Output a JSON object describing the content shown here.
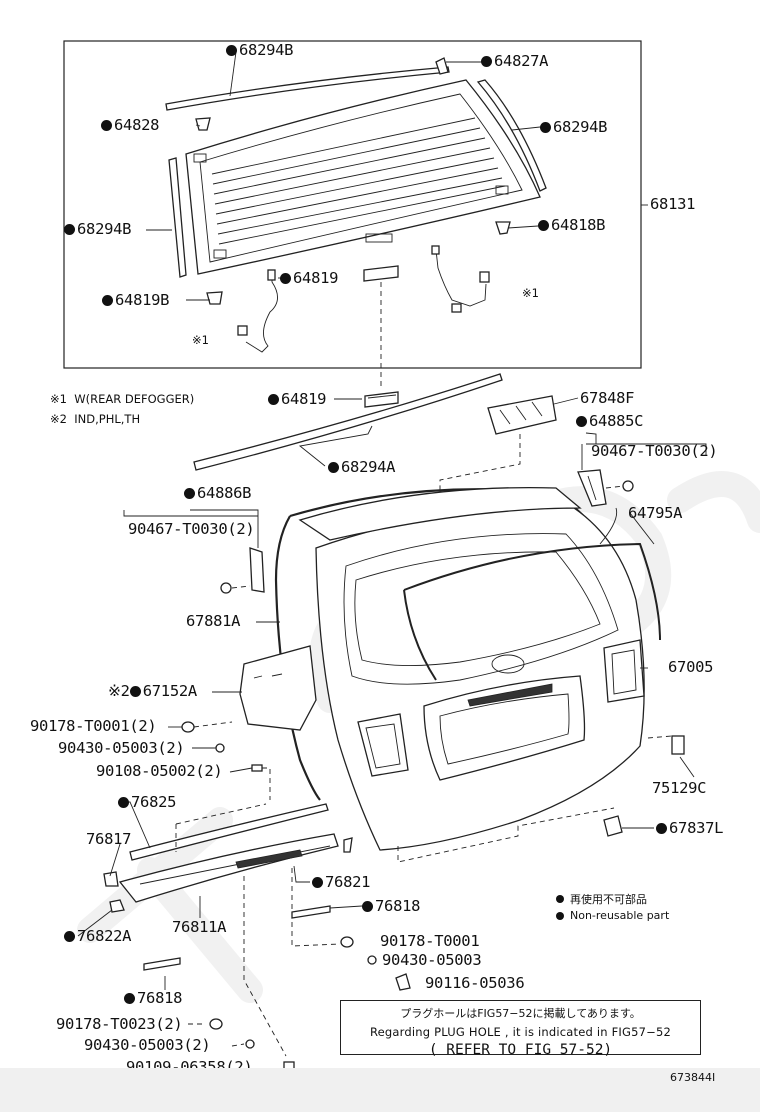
{
  "figure_code": "673844I",
  "notes": [
    {
      "marker": "※1",
      "text": "W(REAR DEFOGGER)"
    },
    {
      "marker": "※2",
      "text": "IND,PHL,TH"
    }
  ],
  "note_markers": {
    "one": "※1",
    "two": "※2"
  },
  "callouts": {
    "p68294B_top": "68294B",
    "p64827A": "64827A",
    "p64828": "64828",
    "p68294B_right": "68294B",
    "p68131": "68131",
    "p68294B_left": "68294B",
    "p64818B": "64818B",
    "p64819_glass": "64819",
    "p64819B": "64819B",
    "p64819": "64819",
    "p67848F": "67848F",
    "p64885C": "64885C",
    "p90467_right": "90467-T0030(2)",
    "p68294A": "68294A",
    "p64886B": "64886B",
    "p90467_left": "90467-T0030(2)",
    "p64795A": "64795A",
    "p67881A": "67881A",
    "p67005": "67005",
    "p67152A": "67152A",
    "p90178_T0001_2": "90178-T0001(2)",
    "p90430_05003_2a": "90430-05003(2)",
    "p90108": "90108-05002(2)",
    "p75129C": "75129C",
    "p76825": "76825",
    "p76817": "76817",
    "p67837L": "67837L",
    "p76821": "76821",
    "p76818_right": "76818",
    "p76822A": "76822A",
    "p76811A": "76811A",
    "p90178_T0001": "90178-T0001",
    "p90430_05003": "90430-05003",
    "p90116": "90116-05036",
    "p76818_left": "76818",
    "p90178_T0023": "90178-T0023(2)",
    "p90430_05003_2b": "90430-05003(2)",
    "p90109": "90109-06358(2)"
  },
  "legend": {
    "line_ja": "再使用不可部品",
    "line_en": "Non-reusable part"
  },
  "notice": {
    "line_ja": "プラグホールはFIG57−52に掲載してあります。",
    "line_en": "Regarding PLUG HOLE , it is indicated in FIG57−52",
    "line_ref": "( REFER TO FIG 57-52)"
  }
}
